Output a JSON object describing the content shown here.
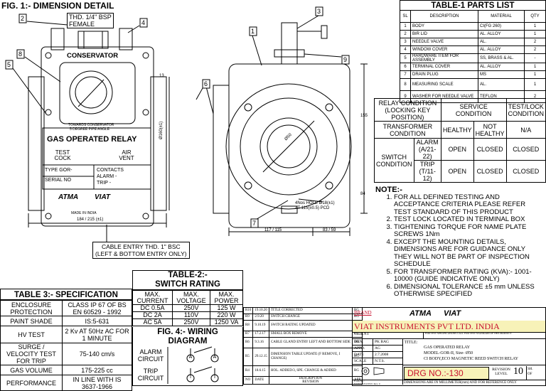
{
  "fig1": {
    "title": "FIG. 1:- DIMENSION DETAIL",
    "thd_bsp": "THD. 1/4\" BSP",
    "female": "FEMALE",
    "conservator": "CONSERVATOR",
    "towards_conservator": "TOWARDS CONSERVATOR",
    "degree_pipe_angle": "5 DEGREE PIPE ANGLE",
    "relay_name": "GAS OPERATED RELAY",
    "test_cock": "TEST COCK",
    "air_vent": "AIR VENT",
    "type_gor": "TYPE GOR-",
    "serial_no": "SERIAL NO",
    "contacts": "CONTACTS",
    "alarm": "ALARM -",
    "trip": "TRIP -",
    "made_in_india": "MADE IN INDIA",
    "dim_width": "184 / 215 (±1)",
    "dim_160": "Ø160(±1)",
    "dim_117": "117 / 115",
    "dim_83": "83 / 59",
    "dim_155": "155",
    "dim_84": "84",
    "dim_50": "Ø50",
    "dim_13": "13",
    "holes_1": "4Nos HOLE Ø18(±1)",
    "holes_2": "AT 115(±0.5) PCD",
    "cable_entry_1": "CABLE ENTRY THD. 1\" BSC",
    "cable_entry_2": "(LEFT & BOTTOM ENTRY ONLY)",
    "balloons": [
      "1",
      "2",
      "3",
      "4",
      "5",
      "6",
      "7",
      "8",
      "9"
    ]
  },
  "parts_list": {
    "title": "TABLE-1 PARTS LIST",
    "headers": [
      "SL",
      "DESCRIPTION",
      "MATERIAL",
      "QTY"
    ],
    "rows": [
      [
        "1",
        "BODY",
        "CI(FG 260)",
        "1"
      ],
      [
        "2",
        "BIR LID",
        "AL. ALLOY",
        "1"
      ],
      [
        "3",
        "NEEDLE VALVE",
        "AL.",
        "2"
      ],
      [
        "4",
        "WINDOW COVER",
        "AL. ALLOY",
        "2"
      ],
      [
        "5",
        "HARDWARE ITEM FOR ASSEMBLY",
        "SS, BRASS & AL.",
        "-"
      ],
      [
        "6",
        "TERMINAL COVER",
        "AL. ALLOY",
        "1"
      ],
      [
        "7",
        "DRAIN PLUG",
        "MS",
        "1"
      ],
      [
        "8",
        "MEASURING SCALE",
        "AL.",
        "1"
      ],
      [
        "9",
        "WASHER FOR NEEDLE VALVE",
        "TEFLON",
        "2"
      ]
    ]
  },
  "relay_condition": {
    "h_condition": "RELAY CONDITION (LOCKING KEY POSITION)",
    "h_service": "SERVICE CONDITION",
    "h_testlock": "TEST/LOCK CONDITION",
    "transformer_condition": "TRANSFORMER CONDITION",
    "healthy": "HEALTHY",
    "not_healthy": "NOT HEALTHY",
    "na": "N/A",
    "switch_condition": "SWITCH CONDITION",
    "alarm": "ALARM (A/21-22)",
    "trip": "TRIP (T/11-12)",
    "alarm_vals": [
      "OPEN",
      "CLOSED",
      "CLOSED"
    ],
    "trip_vals": [
      "OPEN",
      "CLOSED",
      "CLOSED"
    ]
  },
  "notes": {
    "title": "NOTE:-",
    "items": [
      "FOR ALL DEFINED TESTING AND ACCEPTANCE CRITERIA PLEASE REFER TEST STANDARD OF THIS PRODUCT",
      "TEST LOCK LOCATED IN TERMINAL BOX",
      "TIGHTENING TORQUE FOR NAME PLATE SCREWS 1Nm",
      "EXCEPT THE MOUNTING DETAILS, DIMENSIONS ARE FOR GUIDANCE ONLY THEY WILL NOT BE PART OF INSPECTION SCHEDULE",
      "FOR TRANSFORMER RATING (KVA):- 1001-10000 (GUIDE INDICATIVE ONLY)",
      "DIMENSIONAL TOLERANCE ±5 mm UNLESS OTHERWISE SPECIFIED"
    ]
  },
  "spec": {
    "title": "TABLE 3:- SPECIFICATION",
    "rows": [
      [
        "ENCLOSURE PROTECTION",
        "CLASS IP 67 OF BS EN 60529 - 1992"
      ],
      [
        "PAINT SHADE",
        "IS:5-631"
      ],
      [
        "HV TEST",
        "2 Kv AT 50Hz AC FOR 1 MINUTE"
      ],
      [
        "SURGE / VELOCITY TEST FOR TRIP",
        "75-140 cm/s"
      ],
      [
        "GAS VOLUME",
        "175-225 cc"
      ],
      [
        "PERFORMANCE",
        "IN LINE WITH IS 3637-1966"
      ]
    ]
  },
  "switch_rating": {
    "title1": "TABLE-2:-",
    "title2": "SWITCH RATING",
    "headers": [
      "MAX. CURRENT",
      "MAX. VOLTAGE",
      "MAX. POWER"
    ],
    "rows": [
      [
        "DC 0.5A",
        "250V",
        "125 W"
      ],
      [
        "DC 2A",
        "110V",
        "220 W"
      ],
      [
        "AC 5A",
        "250V",
        "1250 VA"
      ]
    ]
  },
  "wiring": {
    "title1": "FIG. 4:- WIRING",
    "title2": "DIAGRAM",
    "alarm_circuit": "ALARM CIRCUIT",
    "trip_circuit": "TRIP CIRCUIT",
    "alarm_terms": [
      "A",
      "A"
    ],
    "trip_terms": [
      "T",
      "T"
    ]
  },
  "revisions": {
    "rows": [
      [
        "R10",
        "19.10.20",
        "TITLE CORRECTED",
        "RG"
      ],
      [
        "R9",
        "2.9.20",
        "SWITCH CHANGE",
        "RG"
      ],
      [
        "R8",
        "9.10.19",
        "SWITCH RATING UPDATED",
        "RG"
      ],
      [
        "R7",
        "17.2.17",
        "SMALL BOX REMOVE",
        "RG"
      ],
      [
        "R6",
        "9.3.16",
        "CABLE GLAND ENTRY LEFT AND BOTTOM SIDE",
        "RG"
      ],
      [
        "R5",
        "29.12.15",
        "DIMENSION TABLE UPDATE (F REMOVE, I CHANGE)",
        "RG"
      ],
      [
        "R4",
        "18.6.15",
        "HOL. ADDED/3, SPE. CHANGE & ADDED",
        "RG"
      ]
    ],
    "footer": [
      "NO",
      "DATE",
      "DESCRIPTION",
      "APP"
    ],
    "footer_sub": "REVISION"
  },
  "title_block": {
    "brand": "BRAND",
    "company": "VIAT INSTRUMENTS PVT LTD. INDIA",
    "company_note": "FOR TEST SPECIFICATIONS CALL FOR TEST STANDARD OF THIS PRODUCT",
    "client": "CLIENT",
    "drn": "DRN.",
    "drn_val": "PK BAG",
    "appd": "APPD.",
    "appd_val": "AG",
    "date": "DATE",
    "date_val": "2.7.2008",
    "scale": "SCALE",
    "scale_val": "N.T.S.",
    "title_label": "TITLE:",
    "title_lines": [
      "GAS OPERATED RELAY",
      "MODEL-GOR-II, Size- Ø50",
      "CI BODY,ECO MAGNETIC REED SWITCH RELAY"
    ],
    "drg_no": "DRG NO.:-130",
    "revision_level": "REVISION LEVEL",
    "rev_val": "10",
    "sh": "SH.",
    "of": "OF",
    "form_no_1": "Form No.:",
    "form_no_2": "VIAT/QS/04/03/01 Rev. 0",
    "dims_note": "DIMENSIONS ARE IN MILLIMETER(mm) AND FOR REFERENCE ONLY"
  },
  "colors": {
    "accent": "#c8102e",
    "stamp_fill": "#f6f2c9",
    "drg_fill": "#f7f2b8"
  }
}
